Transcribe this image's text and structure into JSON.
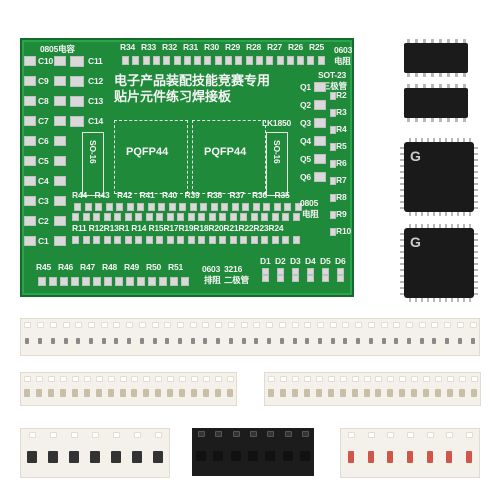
{
  "pcb": {
    "title_line1": "电子产品装配技能竞赛专用",
    "title_line2": "贴片元件练习焊接板",
    "top_left_label": "0805电容",
    "top_right_label_1": "0603",
    "top_right_label_2": "电阻",
    "sot_label_1": "SOT-23",
    "sot_label_2": "三极管",
    "brand": "LK1850",
    "qfp_left": "PQFP44",
    "qfp_right": "PQFP44",
    "so16_left": "SO-16",
    "so16_right": "SO-16",
    "resistor_row_top": [
      "R34",
      "R33",
      "R32",
      "R31",
      "R30",
      "R29",
      "R28",
      "R27",
      "R26",
      "R25"
    ],
    "resistor_row_mid": [
      "R44",
      "R43",
      "R42",
      "R41",
      "R40",
      "R39",
      "R38",
      "R37",
      "R36",
      "R35"
    ],
    "resistor_row_low": "R11 R12R13R1 R14 R15R17R19R18R20R21R22R23R24",
    "resistor_row_bottom": [
      "R45",
      "R46",
      "R47",
      "R48",
      "R49",
      "R50",
      "R51"
    ],
    "cap_left": [
      "C10",
      "C9",
      "C8",
      "C7",
      "C6",
      "C5",
      "C4",
      "C3",
      "C2",
      "C1"
    ],
    "cap_mid": [
      "C11",
      "C12",
      "C13",
      "C14"
    ],
    "transistors": [
      "Q1",
      "Q2",
      "Q3",
      "Q4",
      "Q5",
      "Q6"
    ],
    "right_resistors": [
      "R2",
      "R3",
      "R4",
      "R5",
      "R6",
      "R7",
      "R8",
      "R9",
      "R10"
    ],
    "diodes": [
      "D1",
      "D2",
      "D3",
      "D4",
      "D5",
      "D6"
    ],
    "label_0805_1": "0805",
    "label_0805_2": "电阻",
    "label_bottom_1": "0603",
    "label_bottom_2": "3216",
    "label_bottom_3": "排阻",
    "label_bottom_4": "二极管"
  }
}
